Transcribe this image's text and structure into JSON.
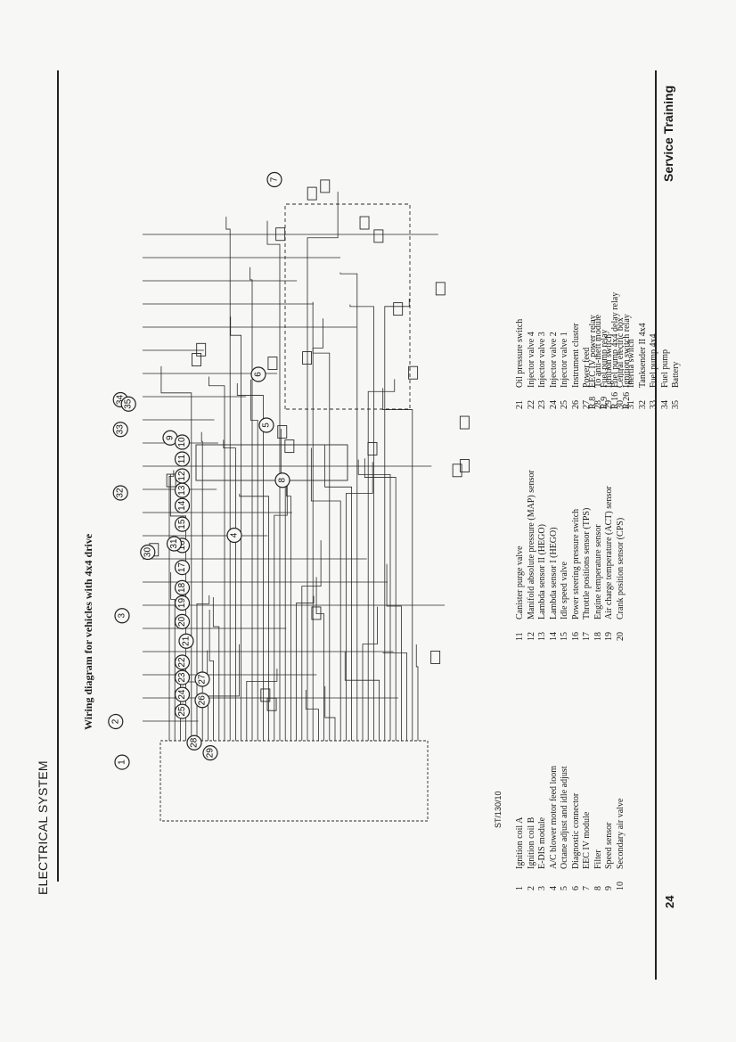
{
  "header": {
    "section": "ELECTRICAL SYSTEM"
  },
  "subtitle": "Wiring diagram for vehicles with 4x4 drive",
  "figure_ref": "ST/130/10",
  "page_number": "24",
  "footer": "Service Training",
  "callouts": [
    "1",
    "2",
    "3",
    "4",
    "5",
    "6",
    "7",
    "8",
    "9",
    "10",
    "11",
    "12",
    "13",
    "14",
    "15",
    "16",
    "17",
    "18",
    "19",
    "20",
    "21",
    "22",
    "23",
    "24",
    "25",
    "26",
    "27",
    "28",
    "29",
    "30",
    "31",
    "32",
    "33",
    "34",
    "35"
  ],
  "legend_col1": [
    {
      "n": "1",
      "t": "Ignition coil A"
    },
    {
      "n": "2",
      "t": "Ignition coil B"
    },
    {
      "n": "3",
      "t": "E-DIS module"
    },
    {
      "n": "4",
      "t": "A/C blower motor feed loom"
    },
    {
      "n": "5",
      "t": "Octane adjust and idle adjust"
    },
    {
      "n": "6",
      "t": "Diagnostic connector"
    },
    {
      "n": "7",
      "t": "EEC IV module"
    },
    {
      "n": "8",
      "t": "Filter"
    },
    {
      "n": "9",
      "t": "Speed sensor"
    },
    {
      "n": "10",
      "t": "Secondary air valve"
    }
  ],
  "legend_col2": [
    {
      "n": "11",
      "t": "Canister purge valve"
    },
    {
      "n": "12",
      "t": "Manifold absolute pressure (MAP) sensor"
    },
    {
      "n": "13",
      "t": "Lambda sensor II (HEGO)"
    },
    {
      "n": "14",
      "t": "Lambda sensor I (HEGO)"
    },
    {
      "n": "15",
      "t": "Idle speed valve"
    },
    {
      "n": "16",
      "t": "Power steering pressure switch"
    },
    {
      "n": "17",
      "t": "Throttle positions sensor (TPS)"
    },
    {
      "n": "18",
      "t": "Engine temperature sensor"
    },
    {
      "n": "19",
      "t": "Air charge temperature (ACT) sensor"
    },
    {
      "n": "20",
      "t": "Crank position sensor (CPS)"
    }
  ],
  "legend_col3": [
    {
      "n": "21",
      "t": "Oil pressure switch"
    },
    {
      "n": "22",
      "t": "Injector valve 4"
    },
    {
      "n": "23",
      "t": "Injector valve 3"
    },
    {
      "n": "24",
      "t": "Injector valve 2"
    },
    {
      "n": "25",
      "t": "Injector valve 1"
    },
    {
      "n": "26",
      "t": "Instrument cluster"
    },
    {
      "n": "27",
      "t": "Power feed"
    },
    {
      "n": "28",
      "t": "To anti-theft module"
    },
    {
      "n": "29",
      "t": "Ignition switch"
    },
    {
      "n": "30",
      "t": "Central electric box"
    },
    {
      "n": "31",
      "t": "Inertia switch"
    },
    {
      "n": "32",
      "t": "Tanksender II 4x4"
    },
    {
      "n": "33",
      "t": "Fuel pump 4x4"
    },
    {
      "n": "34",
      "t": "Fuel pump"
    },
    {
      "n": "35",
      "t": "Battery"
    }
  ],
  "legend_relays": [
    {
      "n": "R 8",
      "t": "EEC IV power relay"
    },
    {
      "n": "R 9",
      "t": "Fuel pump relay"
    },
    {
      "n": "R 16",
      "t": "Fuel pump 4x4 delay relay"
    },
    {
      "n": "R 26",
      "t": "Ignition switch relay"
    }
  ],
  "colors": {
    "ink": "#1a1a1a",
    "paper": "#f7f7f5"
  }
}
